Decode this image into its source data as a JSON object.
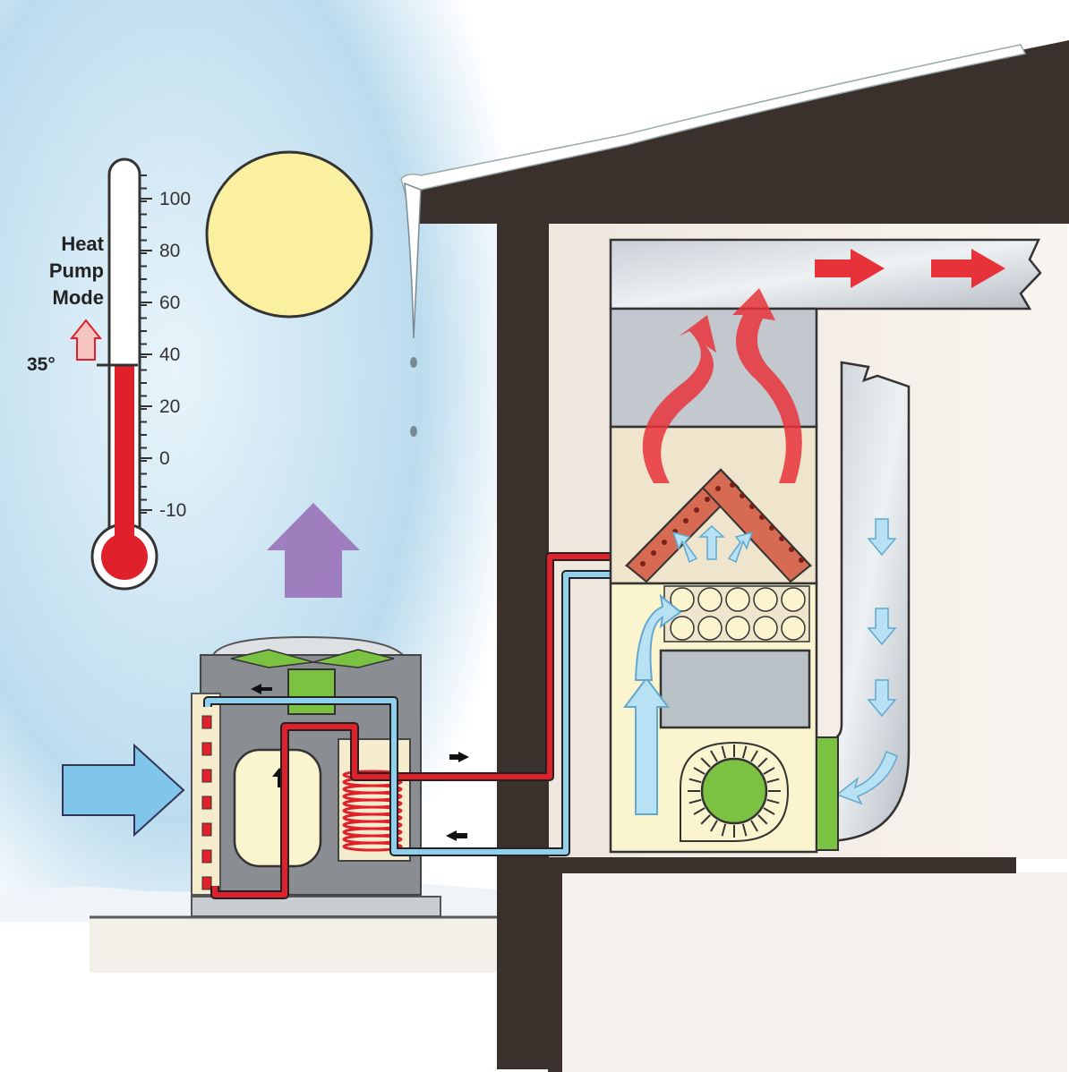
{
  "thermometer": {
    "mode_label_lines": [
      "Heat",
      "Pump",
      "Mode"
    ],
    "threshold_label": "35°",
    "scale_labels": [
      "100",
      "80",
      "60",
      "40",
      "20",
      "0",
      "-10"
    ],
    "current_reading": 35
  },
  "colors": {
    "sky": "#cfe6f3",
    "mercury": "#e0202a",
    "house_wall": "#3a302c",
    "hot_air": "#e8323a",
    "cold_air": "#7fc6ea",
    "fan_motor": "#7cc242",
    "sun": "#fbefa0",
    "snow_ground": "#eef4f8"
  },
  "icons": [
    "sun-icon",
    "icicle-icon",
    "heat-exchanger-icon",
    "blower-fan-icon",
    "compressor-icon"
  ]
}
